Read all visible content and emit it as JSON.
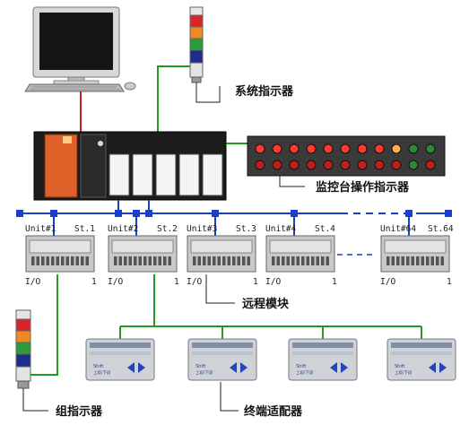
{
  "labels": {
    "system_indicator": "系统指示器",
    "console_indicator": "监控台操作指示器",
    "remote_module": "远程模块",
    "group_indicator": "组指示器",
    "terminal_adapter": "终端适配器"
  },
  "units": [
    {
      "unit": "Unit#1",
      "station": "St.1",
      "io": "I/O",
      "num": "1"
    },
    {
      "unit": "Unit#2",
      "station": "St.2",
      "io": "I/O",
      "num": "1"
    },
    {
      "unit": "Unit#3",
      "station": "St.3",
      "io": "I/O",
      "num": "1"
    },
    {
      "unit": "Unit#4",
      "station": "St.4",
      "io": "I/O",
      "num": "1"
    },
    {
      "unit": "Unit#64",
      "station": "St.64",
      "io": "I/O",
      "num": "1"
    }
  ],
  "terminal": {
    "line1": "Shift",
    "line2": "上段/下段"
  },
  "colors": {
    "bus": "#1a3fcc",
    "green_link": "#1f9a1f",
    "red_link": "#c81e1e",
    "plc_cpu": "#e0602a",
    "panel": "#3a3a3a"
  },
  "stack_lights": [
    "red",
    "orange",
    "green",
    "blue",
    "white"
  ]
}
